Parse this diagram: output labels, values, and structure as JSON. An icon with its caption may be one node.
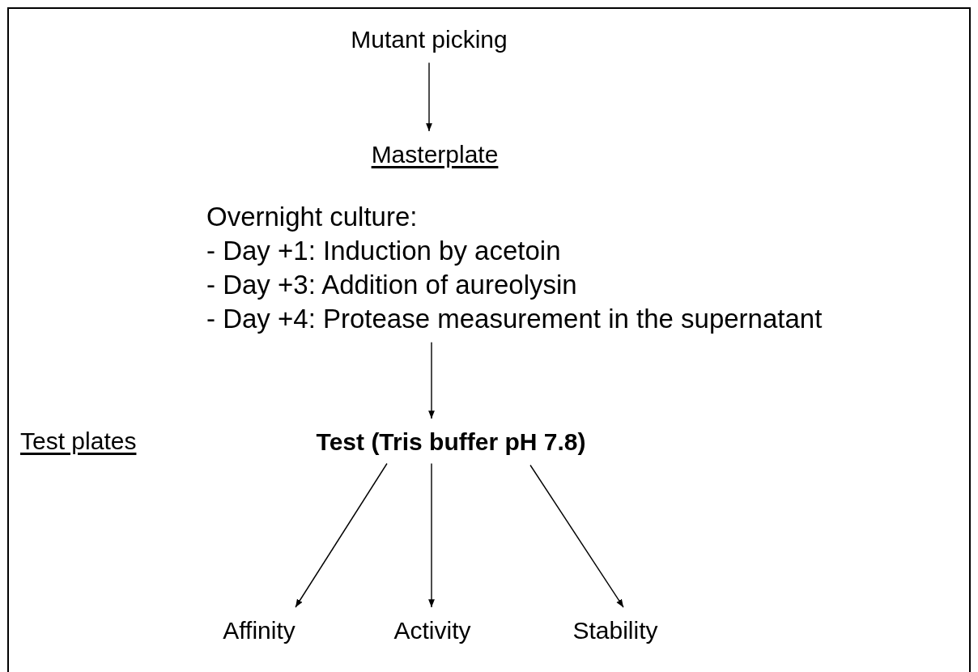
{
  "diagram": {
    "nodes": [
      {
        "text": [
          "Mutant picking"
        ]
      },
      {
        "text": [
          "Masterplate"
        ]
      },
      {
        "text": [
          "Overnight culture:",
          "- Day +1: Induction by acetoin",
          "- Day +3: Addition of aureolysin",
          "- Day +4: Protease measurement in the supernatant"
        ]
      },
      {
        "text": [
          "Test (Tris buffer pH 7.8)"
        ]
      },
      {
        "text": [
          "Affinity"
        ]
      },
      {
        "text": [
          "Activity"
        ]
      },
      {
        "text": [
          "Stability"
        ]
      }
    ],
    "edges": [
      {
        "from": 0,
        "to": 1,
        "arrow": "to"
      },
      {
        "from": 2,
        "to": 3,
        "arrow": "to"
      },
      {
        "from": 3,
        "to": 4,
        "arrow": "to"
      },
      {
        "from": 3,
        "to": 5,
        "arrow": "to"
      },
      {
        "from": 3,
        "to": 6,
        "arrow": "to"
      }
    ],
    "labels": [
      "Test plates"
    ]
  }
}
